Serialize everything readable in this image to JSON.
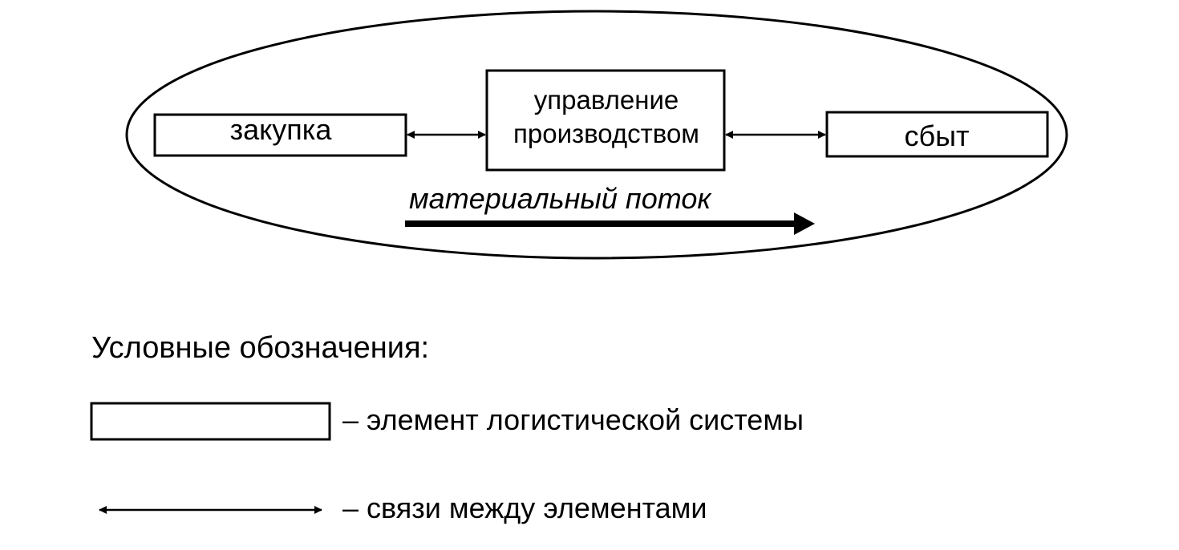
{
  "diagram": {
    "nodes": {
      "purchasing": "закупка",
      "production_line1": "управление",
      "production_line2": "производством",
      "sales": "сбыт"
    },
    "flow_label": "материальный поток"
  },
  "legend": {
    "title": "Условные обозначения:",
    "element": "– элемент логистической системы",
    "links": "– связи между элементами"
  }
}
